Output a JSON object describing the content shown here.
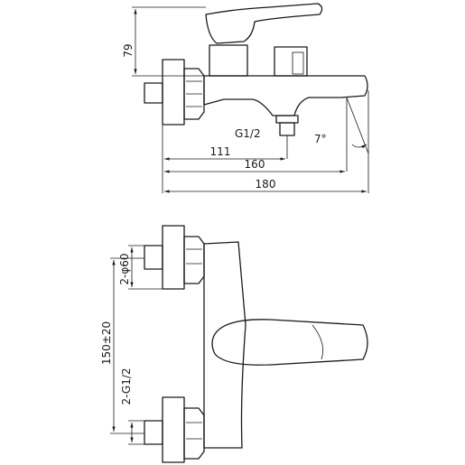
{
  "dimensions": {
    "top_height": "79",
    "thread_outlet": "G1/2",
    "spout_angle": "7°",
    "len_111": "111",
    "len_160": "160",
    "len_180": "180",
    "pipe_diameter": "2-φ60",
    "center_distance": "150±20",
    "thread_inlet": "2-G1/2"
  }
}
